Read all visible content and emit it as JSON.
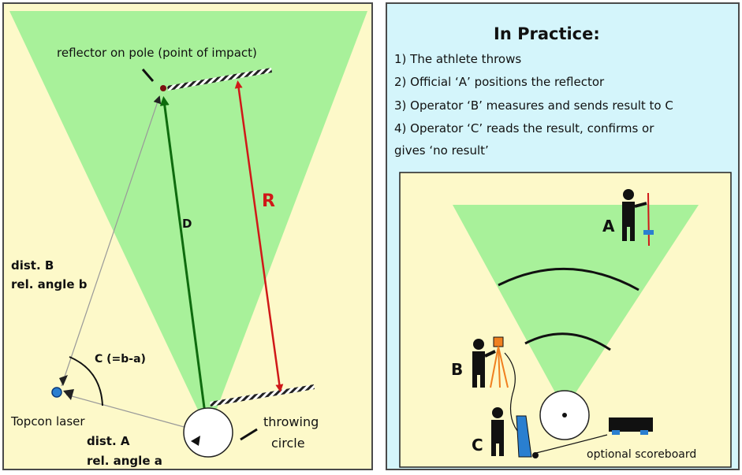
{
  "left_panel": {
    "label_reflector": "reflector on pole (point of impact)",
    "label_D": "D",
    "label_R": "R",
    "label_dist_b_line1": "dist.  B",
    "label_dist_b_line2": "rel.  angle  b",
    "label_angle_c": "C    (=b-a)",
    "label_topcon": "Topcon laser",
    "label_dist_a_line1": "dist.  A",
    "label_dist_a_line2": "rel.  angle  a",
    "label_throwing_line1": "throwing",
    "label_throwing_line2": "circle"
  },
  "right_panel": {
    "title": "In Practice:",
    "steps": [
      "1) The athlete throws",
      "2) Official ‘A’ positions the reflector",
      "3) Operator ‘B’ measures and sends result to C",
      "4) Operator ‘C’ reads the result, confirms or",
      "gives ‘no result’"
    ],
    "label_A": "A",
    "label_B": "B",
    "label_C": "C",
    "label_scoreboard": "optional scoreboard"
  },
  "colors": {
    "cream": "#fdf9c9",
    "sector_green": "#a8f19a",
    "light_blue": "#d4f5fb",
    "panel_border": "#4a4a4a",
    "red_arrow": "#d01818",
    "green_arrow": "#0e6b0e",
    "instrument_blue": "#2a7fd0",
    "instrument_orange": "#f08020"
  }
}
